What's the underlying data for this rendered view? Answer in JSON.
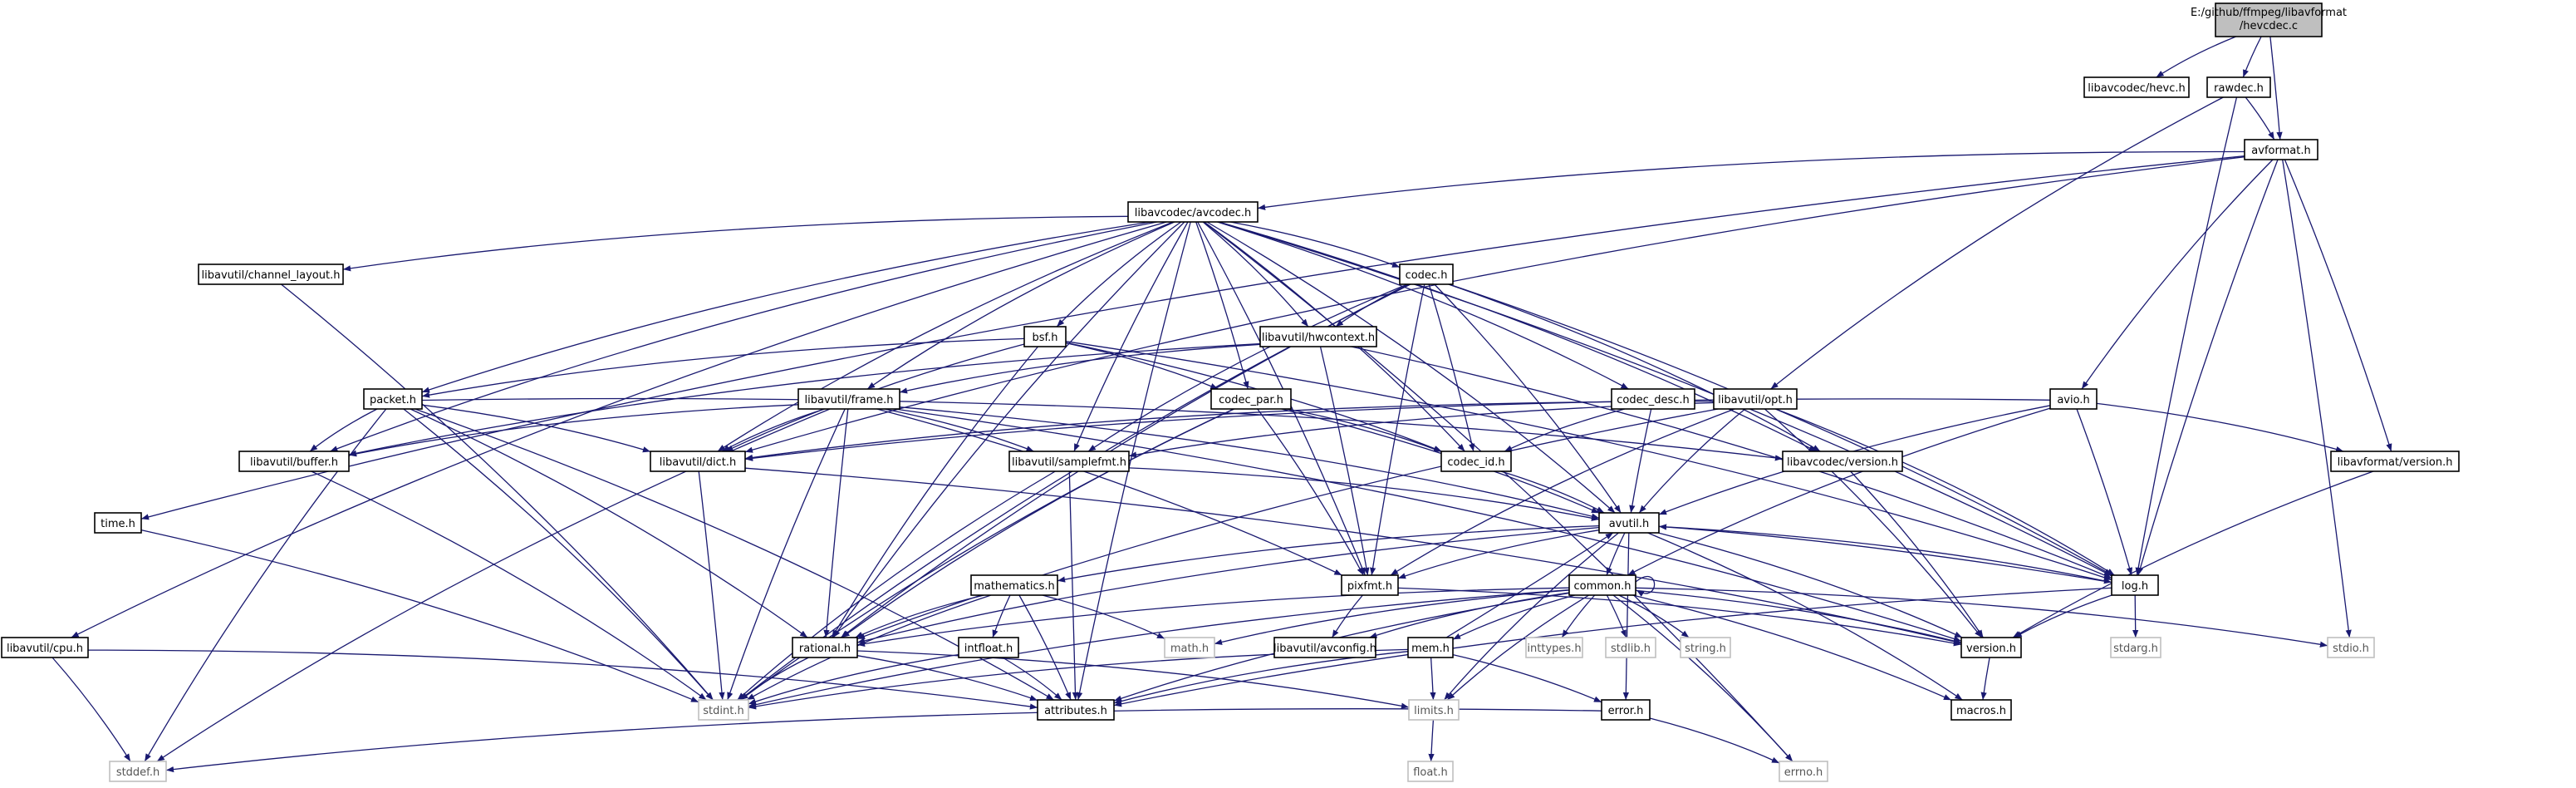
{
  "diagram": {
    "title_lines": [
      "E:/github/ffmpeg/libavformat",
      "/hevcdec.c"
    ],
    "nodes": [
      {
        "id": "root",
        "label": "",
        "kind": "root"
      },
      {
        "id": "hevc_h",
        "label": "libavcodec/hevc.h",
        "kind": "normal"
      },
      {
        "id": "rawdec_h",
        "label": "rawdec.h",
        "kind": "normal"
      },
      {
        "id": "avformat_h",
        "label": "avformat.h",
        "kind": "normal"
      },
      {
        "id": "avcodec_h",
        "label": "libavcodec/avcodec.h",
        "kind": "normal"
      },
      {
        "id": "channel_layout_h",
        "label": "libavutil/channel_layout.h",
        "kind": "normal"
      },
      {
        "id": "codec_h",
        "label": "codec.h",
        "kind": "normal"
      },
      {
        "id": "bsf_h",
        "label": "bsf.h",
        "kind": "normal"
      },
      {
        "id": "hwcontext_h",
        "label": "libavutil/hwcontext.h",
        "kind": "normal"
      },
      {
        "id": "packet_h",
        "label": "packet.h",
        "kind": "normal"
      },
      {
        "id": "frame_h",
        "label": "libavutil/frame.h",
        "kind": "normal"
      },
      {
        "id": "codec_par_h",
        "label": "codec_par.h",
        "kind": "normal"
      },
      {
        "id": "codec_desc_h",
        "label": "codec_desc.h",
        "kind": "normal"
      },
      {
        "id": "opt_h",
        "label": "libavutil/opt.h",
        "kind": "normal"
      },
      {
        "id": "avio_h",
        "label": "avio.h",
        "kind": "normal"
      },
      {
        "id": "buffer_h",
        "label": "libavutil/buffer.h",
        "kind": "normal"
      },
      {
        "id": "dict_h",
        "label": "libavutil/dict.h",
        "kind": "normal"
      },
      {
        "id": "samplefmt_h",
        "label": "libavutil/samplefmt.h",
        "kind": "normal"
      },
      {
        "id": "codec_id_h",
        "label": "codec_id.h",
        "kind": "normal"
      },
      {
        "id": "lavc_version_h",
        "label": "libavcodec/version.h",
        "kind": "normal"
      },
      {
        "id": "lavf_version_h",
        "label": "libavformat/version.h",
        "kind": "normal"
      },
      {
        "id": "time_h",
        "label": "time.h",
        "kind": "normal"
      },
      {
        "id": "avutil_h",
        "label": "avutil.h",
        "kind": "normal"
      },
      {
        "id": "mathematics_h",
        "label": "mathematics.h",
        "kind": "normal"
      },
      {
        "id": "pixfmt_h",
        "label": "pixfmt.h",
        "kind": "normal"
      },
      {
        "id": "common_h",
        "label": "common.h",
        "kind": "normal"
      },
      {
        "id": "log_h",
        "label": "log.h",
        "kind": "normal"
      },
      {
        "id": "cpu_h",
        "label": "libavutil/cpu.h",
        "kind": "normal"
      },
      {
        "id": "rational_h",
        "label": "rational.h",
        "kind": "normal"
      },
      {
        "id": "intfloat_h",
        "label": "intfloat.h",
        "kind": "normal"
      },
      {
        "id": "math_h",
        "label": "math.h",
        "kind": "sys"
      },
      {
        "id": "avconfig_h",
        "label": "libavutil/avconfig.h",
        "kind": "normal"
      },
      {
        "id": "mem_h",
        "label": "mem.h",
        "kind": "normal"
      },
      {
        "id": "inttypes_h",
        "label": "inttypes.h",
        "kind": "sys"
      },
      {
        "id": "stdlib_h",
        "label": "stdlib.h",
        "kind": "sys"
      },
      {
        "id": "string_h",
        "label": "string.h",
        "kind": "sys"
      },
      {
        "id": "version_h",
        "label": "version.h",
        "kind": "normal"
      },
      {
        "id": "stdarg_h",
        "label": "stdarg.h",
        "kind": "sys"
      },
      {
        "id": "stdio_h",
        "label": "stdio.h",
        "kind": "sys"
      },
      {
        "id": "stdint_h",
        "label": "stdint.h",
        "kind": "sys"
      },
      {
        "id": "attributes_h",
        "label": "attributes.h",
        "kind": "normal"
      },
      {
        "id": "limits_h",
        "label": "limits.h",
        "kind": "sys"
      },
      {
        "id": "error_h",
        "label": "error.h",
        "kind": "normal"
      },
      {
        "id": "macros_h",
        "label": "macros.h",
        "kind": "normal"
      },
      {
        "id": "stddef_h",
        "label": "stddef.h",
        "kind": "sys"
      },
      {
        "id": "errno_h",
        "label": "errno.h",
        "kind": "sys"
      },
      {
        "id": "float_h",
        "label": "float.h",
        "kind": "sys"
      }
    ],
    "edges": [
      [
        "root",
        "hevc_h"
      ],
      [
        "root",
        "rawdec_h"
      ],
      [
        "root",
        "avformat_h"
      ],
      [
        "rawdec_h",
        "avformat_h"
      ],
      [
        "rawdec_h",
        "opt_h"
      ],
      [
        "rawdec_h",
        "log_h"
      ],
      [
        "avformat_h",
        "time_h"
      ],
      [
        "avformat_h",
        "avcodec_h"
      ],
      [
        "avformat_h",
        "dict_h"
      ],
      [
        "avformat_h",
        "avio_h"
      ],
      [
        "avformat_h",
        "lavf_version_h"
      ],
      [
        "avformat_h",
        "log_h"
      ],
      [
        "avformat_h",
        "stdio_h"
      ],
      [
        "avcodec_h",
        "channel_layout_h"
      ],
      [
        "avcodec_h",
        "cpu_h"
      ],
      [
        "avcodec_h",
        "codec_h"
      ],
      [
        "avcodec_h",
        "bsf_h"
      ],
      [
        "avcodec_h",
        "hwcontext_h"
      ],
      [
        "avcodec_h",
        "packet_h"
      ],
      [
        "avcodec_h",
        "frame_h"
      ],
      [
        "avcodec_h",
        "codec_par_h"
      ],
      [
        "avcodec_h",
        "codec_desc_h"
      ],
      [
        "avcodec_h",
        "buffer_h"
      ],
      [
        "avcodec_h",
        "dict_h"
      ],
      [
        "avcodec_h",
        "samplefmt_h"
      ],
      [
        "avcodec_h",
        "codec_id_h"
      ],
      [
        "avcodec_h",
        "lavc_version_h"
      ],
      [
        "avcodec_h",
        "avutil_h"
      ],
      [
        "avcodec_h",
        "pixfmt_h"
      ],
      [
        "avcodec_h",
        "log_h"
      ],
      [
        "avcodec_h",
        "rational_h"
      ],
      [
        "avcodec_h",
        "attributes_h"
      ],
      [
        "avcodec_h",
        "errno_h"
      ],
      [
        "channel_layout_h",
        "stdint_h"
      ],
      [
        "codec_h",
        "hwcontext_h"
      ],
      [
        "codec_h",
        "samplefmt_h"
      ],
      [
        "codec_h",
        "codec_id_h"
      ],
      [
        "codec_h",
        "lavc_version_h"
      ],
      [
        "codec_h",
        "avutil_h"
      ],
      [
        "codec_h",
        "pixfmt_h"
      ],
      [
        "codec_h",
        "log_h"
      ],
      [
        "codec_h",
        "rational_h"
      ],
      [
        "codec_h",
        "stdint_h"
      ],
      [
        "bsf_h",
        "codec_par_h"
      ],
      [
        "bsf_h",
        "packet_h"
      ],
      [
        "bsf_h",
        "dict_h"
      ],
      [
        "bsf_h",
        "codec_id_h"
      ],
      [
        "bsf_h",
        "log_h"
      ],
      [
        "bsf_h",
        "rational_h"
      ],
      [
        "hwcontext_h",
        "buffer_h"
      ],
      [
        "hwcontext_h",
        "frame_h"
      ],
      [
        "hwcontext_h",
        "pixfmt_h"
      ],
      [
        "hwcontext_h",
        "log_h"
      ],
      [
        "packet_h",
        "buffer_h"
      ],
      [
        "packet_h",
        "dict_h"
      ],
      [
        "packet_h",
        "lavc_version_h"
      ],
      [
        "packet_h",
        "rational_h"
      ],
      [
        "packet_h",
        "stddef_h"
      ],
      [
        "packet_h",
        "stdint_h"
      ],
      [
        "packet_h",
        "attributes_h"
      ],
      [
        "frame_h",
        "buffer_h"
      ],
      [
        "frame_h",
        "dict_h"
      ],
      [
        "frame_h",
        "samplefmt_h"
      ],
      [
        "frame_h",
        "avutil_h"
      ],
      [
        "frame_h",
        "pixfmt_h"
      ],
      [
        "frame_h",
        "rational_h"
      ],
      [
        "frame_h",
        "version_h"
      ],
      [
        "frame_h",
        "stddef_h"
      ],
      [
        "frame_h",
        "stdint_h"
      ],
      [
        "codec_par_h",
        "codec_id_h"
      ],
      [
        "codec_par_h",
        "avutil_h"
      ],
      [
        "codec_par_h",
        "pixfmt_h"
      ],
      [
        "codec_par_h",
        "rational_h"
      ],
      [
        "codec_par_h",
        "stdint_h"
      ],
      [
        "codec_desc_h",
        "codec_id_h"
      ],
      [
        "codec_desc_h",
        "avutil_h"
      ],
      [
        "opt_h",
        "dict_h"
      ],
      [
        "opt_h",
        "samplefmt_h"
      ],
      [
        "opt_h",
        "avutil_h"
      ],
      [
        "opt_h",
        "pixfmt_h"
      ],
      [
        "opt_h",
        "log_h"
      ],
      [
        "opt_h",
        "rational_h"
      ],
      [
        "opt_h",
        "version_h"
      ],
      [
        "avio_h",
        "dict_h"
      ],
      [
        "avio_h",
        "common_h"
      ],
      [
        "avio_h",
        "log_h"
      ],
      [
        "avio_h",
        "lavf_version_h"
      ],
      [
        "avio_h",
        "avutil_h"
      ],
      [
        "buffer_h",
        "stdint_h"
      ],
      [
        "dict_h",
        "stdint_h"
      ],
      [
        "dict_h",
        "version_h"
      ],
      [
        "samplefmt_h",
        "avutil_h"
      ],
      [
        "samplefmt_h",
        "attributes_h"
      ],
      [
        "samplefmt_h",
        "stdint_h"
      ],
      [
        "codec_id_h",
        "avutil_h"
      ],
      [
        "lavc_version_h",
        "version_h"
      ],
      [
        "lavf_version_h",
        "version_h"
      ],
      [
        "time_h",
        "stdint_h"
      ],
      [
        "cpu_h",
        "stddef_h"
      ],
      [
        "cpu_h",
        "attributes_h"
      ],
      [
        "avutil_h",
        "mathematics_h"
      ],
      [
        "avutil_h",
        "pixfmt_h"
      ],
      [
        "avutil_h",
        "common_h"
      ],
      [
        "avutil_h",
        "log_h"
      ],
      [
        "avutil_h",
        "rational_h"
      ],
      [
        "avutil_h",
        "version_h"
      ],
      [
        "avutil_h",
        "macros_h"
      ],
      [
        "avutil_h",
        "error_h"
      ],
      [
        "avutil_h",
        "limits_h"
      ],
      [
        "mathematics_h",
        "rational_h"
      ],
      [
        "mathematics_h",
        "intfloat_h"
      ],
      [
        "mathematics_h",
        "attributes_h"
      ],
      [
        "mathematics_h",
        "math_h"
      ],
      [
        "mathematics_h",
        "stdint_h"
      ],
      [
        "pixfmt_h",
        "avconfig_h"
      ],
      [
        "pixfmt_h",
        "version_h"
      ],
      [
        "common_h",
        "common_h"
      ],
      [
        "common_h",
        "mem_h"
      ],
      [
        "common_h",
        "math_h"
      ],
      [
        "common_h",
        "inttypes_h"
      ],
      [
        "common_h",
        "stdlib_h"
      ],
      [
        "common_h",
        "string_h"
      ],
      [
        "common_h",
        "stdio_h"
      ],
      [
        "common_h",
        "avconfig_h"
      ],
      [
        "common_h",
        "attributes_h"
      ],
      [
        "common_h",
        "version_h"
      ],
      [
        "common_h",
        "macros_h"
      ],
      [
        "common_h",
        "errno_h"
      ],
      [
        "common_h",
        "limits_h"
      ],
      [
        "common_h",
        "stdint_h"
      ],
      [
        "common_h",
        "rational_h"
      ],
      [
        "log_h",
        "avutil_h"
      ],
      [
        "log_h",
        "version_h"
      ],
      [
        "log_h",
        "stdarg_h"
      ],
      [
        "log_h",
        "attributes_h"
      ],
      [
        "rational_h",
        "stdint_h"
      ],
      [
        "rational_h",
        "limits_h"
      ],
      [
        "rational_h",
        "attributes_h"
      ],
      [
        "intfloat_h",
        "attributes_h"
      ],
      [
        "intfloat_h",
        "stdint_h"
      ],
      [
        "mem_h",
        "limits_h"
      ],
      [
        "mem_h",
        "stdint_h"
      ],
      [
        "mem_h",
        "attributes_h"
      ],
      [
        "mem_h",
        "error_h"
      ],
      [
        "mem_h",
        "avutil_h"
      ],
      [
        "limits_h",
        "float_h"
      ],
      [
        "error_h",
        "errno_h"
      ],
      [
        "error_h",
        "stddef_h"
      ],
      [
        "version_h",
        "macros_h"
      ]
    ]
  }
}
